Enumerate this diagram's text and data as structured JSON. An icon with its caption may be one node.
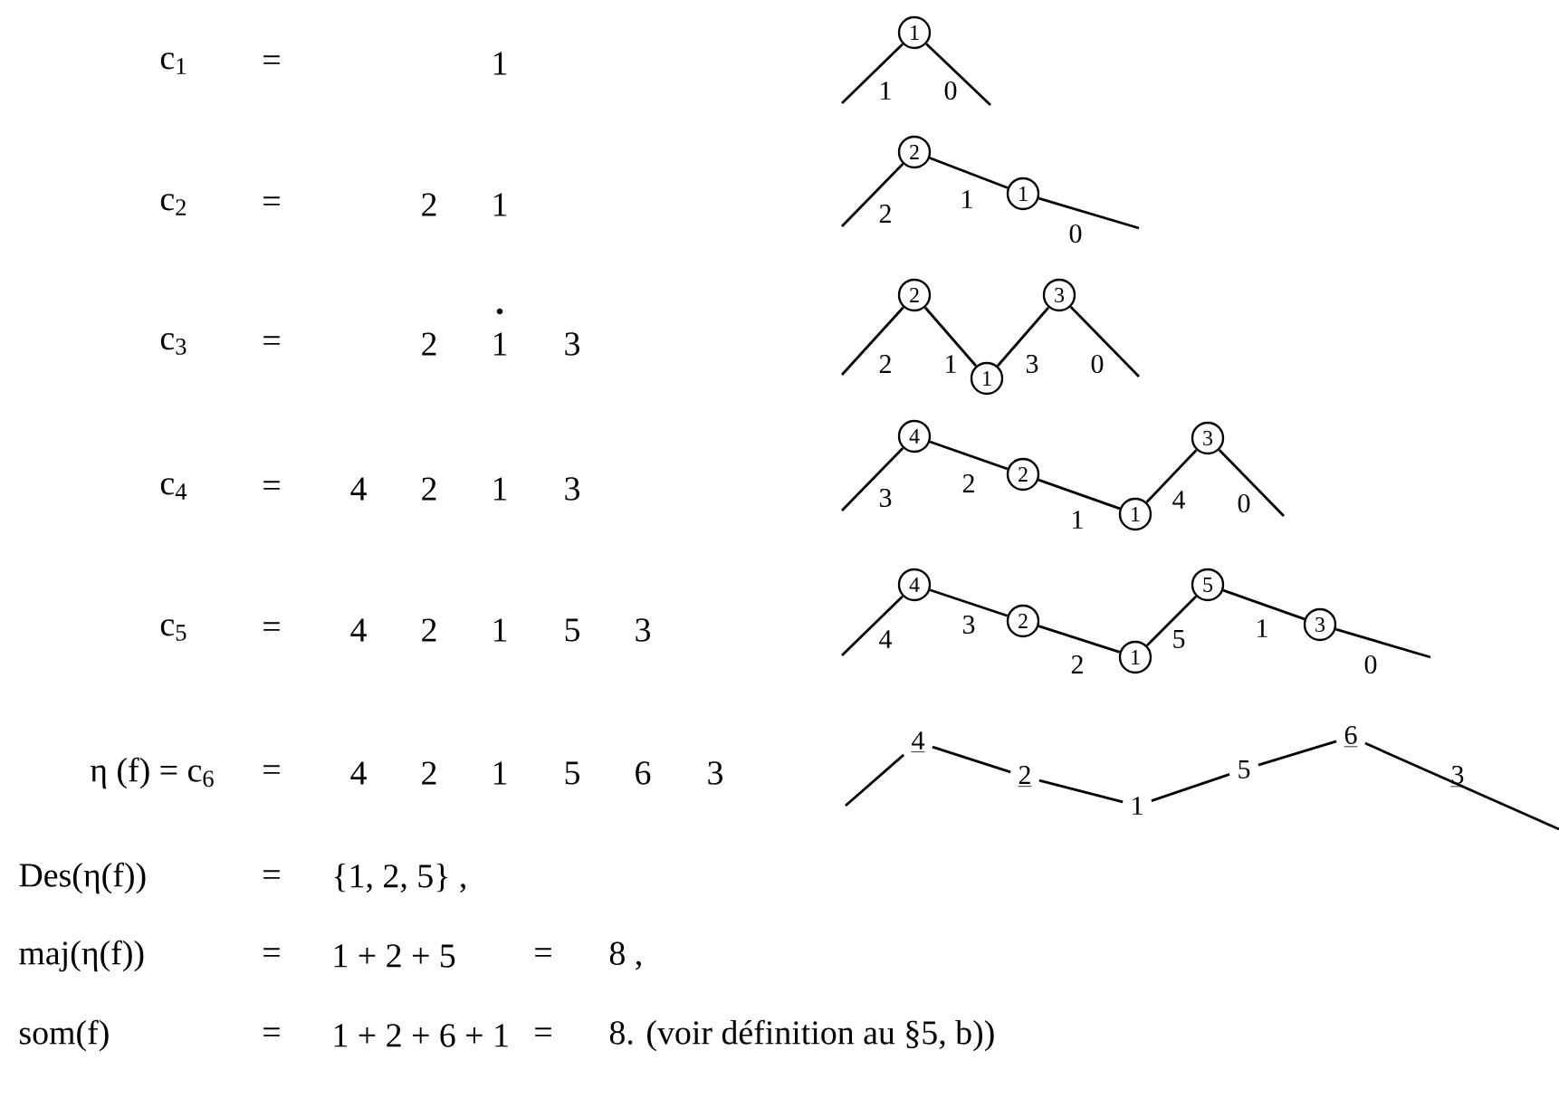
{
  "diagram": {
    "nodes": [
      {
        "text": [
          "1"
        ]
      },
      {
        "text": [
          "2"
        ]
      },
      {
        "text": [
          "1"
        ]
      },
      {
        "text": [
          "2"
        ]
      },
      {
        "text": [
          "1"
        ]
      },
      {
        "text": [
          "3"
        ]
      },
      {
        "text": [
          "4"
        ]
      },
      {
        "text": [
          "2"
        ]
      },
      {
        "text": [
          "1"
        ]
      },
      {
        "text": [
          "3"
        ]
      },
      {
        "text": [
          "4"
        ]
      },
      {
        "text": [
          "2"
        ]
      },
      {
        "text": [
          "1"
        ]
      },
      {
        "text": [
          "5"
        ]
      },
      {
        "text": [
          "3"
        ]
      },
      {
        "text": [
          "4"
        ]
      },
      {
        "text": [
          "2"
        ]
      },
      {
        "text": [
          "1"
        ]
      },
      {
        "text": [
          "5"
        ]
      },
      {
        "text": [
          "6"
        ]
      },
      {
        "text": [
          "3"
        ]
      }
    ],
    "edges": [
      {
        "from": null,
        "to": 0,
        "arrow": "none",
        "label": "1"
      },
      {
        "from": 0,
        "to": null,
        "arrow": "none",
        "label": "0"
      },
      {
        "from": null,
        "to": 1,
        "arrow": "none",
        "label": "2"
      },
      {
        "from": 1,
        "to": 2,
        "arrow": "none",
        "label": "1"
      },
      {
        "from": 2,
        "to": null,
        "arrow": "none",
        "label": "0"
      },
      {
        "from": null,
        "to": 3,
        "arrow": "none",
        "label": "2"
      },
      {
        "from": 3,
        "to": 4,
        "arrow": "none",
        "label": "1"
      },
      {
        "from": 4,
        "to": 5,
        "arrow": "none",
        "label": "3"
      },
      {
        "from": 5,
        "to": null,
        "arrow": "none",
        "label": "0"
      },
      {
        "from": null,
        "to": 6,
        "arrow": "none",
        "label": "3"
      },
      {
        "from": 6,
        "to": 7,
        "arrow": "none",
        "label": "2"
      },
      {
        "from": 7,
        "to": 8,
        "arrow": "none",
        "label": "1"
      },
      {
        "from": 8,
        "to": 9,
        "arrow": "none",
        "label": "4"
      },
      {
        "from": 9,
        "to": null,
        "arrow": "none",
        "label": "0"
      },
      {
        "from": null,
        "to": 10,
        "arrow": "none",
        "label": "4"
      },
      {
        "from": 10,
        "to": 11,
        "arrow": "none",
        "label": "3"
      },
      {
        "from": 11,
        "to": 12,
        "arrow": "none",
        "label": "2"
      },
      {
        "from": 12,
        "to": 13,
        "arrow": "none",
        "label": "5"
      },
      {
        "from": 13,
        "to": 14,
        "arrow": "none",
        "label": "1"
      },
      {
        "from": 14,
        "to": null,
        "arrow": "none",
        "label": "0"
      },
      {
        "from": null,
        "to": 15,
        "arrow": "none"
      },
      {
        "from": 15,
        "to": 16,
        "arrow": "none"
      },
      {
        "from": 16,
        "to": 17,
        "arrow": "none"
      },
      {
        "from": 17,
        "to": 18,
        "arrow": "none"
      },
      {
        "from": 18,
        "to": 19,
        "arrow": "none"
      },
      {
        "from": 19,
        "to": null,
        "arrow": "none"
      }
    ],
    "labels": [
      "c$_{1}$",
      "=",
      "1",
      "c$_{2}$",
      "=",
      "2",
      "1",
      "c$_{3}$",
      "=",
      "2",
      "1",
      "3",
      "c$_{4}$",
      "=",
      "4",
      "2",
      "1",
      "3",
      "c$_{5}$",
      "=",
      "4",
      "2",
      "1",
      "5",
      "3",
      "η (f) = c$_{6}$",
      "=",
      "4",
      "2",
      "1",
      "5",
      "6",
      "3",
      "Des(η(f))",
      "=",
      "{1, 2, 5} ,",
      "maj(η(f))",
      "=",
      "1 + 2 + 5",
      "=",
      "8 ,",
      "som(f)",
      "=",
      "1 + 2 + 6 + 1",
      "=",
      "8. (voir définition au §5, b))"
    ]
  }
}
